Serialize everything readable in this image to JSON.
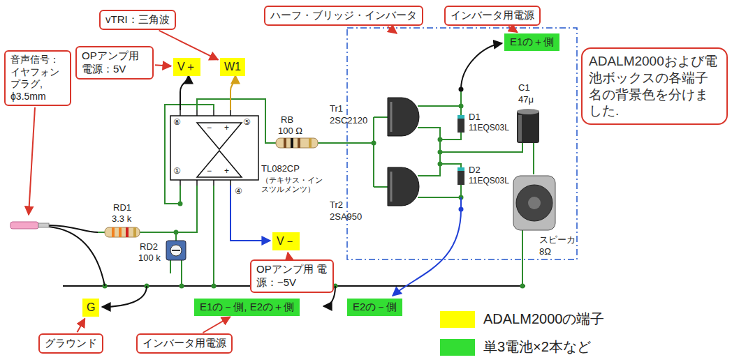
{
  "diagram": {
    "nodes": [
      {
        "text": [
          "インバータ用電源"
        ]
      },
      {
        "text": [
          "E1の＋側"
        ]
      },
      {
        "text": [
          "vTRI：三角波"
        ]
      },
      {
        "text": [
          "ハーフ・ブリッジ・インバータ"
        ]
      },
      {
        "text": [
          "OPアンプ用 電源：5V"
        ]
      },
      {
        "text": [
          "V＋"
        ]
      },
      {
        "text": [
          "W1"
        ]
      },
      {
        "text": [
          "ADALM2000および電池ボックスの各端子名の背景色を分けました."
        ]
      },
      {
        "text": [
          "音声信号： イヤフォン プラグ, ϕ3.5mm"
        ]
      },
      {
        "text": [
          "V－"
        ]
      },
      {
        "text": [
          "OPアンプ用 電源：−5V"
        ]
      },
      {
        "text": [
          "G"
        ]
      },
      {
        "text": [
          "E1の－側, E2の＋側"
        ]
      },
      {
        "text": [
          "E2の－側"
        ]
      },
      {
        "text": [
          "グラウンド"
        ]
      },
      {
        "text": [
          "インバータ用電源"
        ]
      }
    ],
    "edges": [
      {
        "from": 0,
        "to": 1,
        "arrow": "to"
      },
      {
        "from": 2,
        "to": 6,
        "arrow": "to"
      },
      {
        "from": 4,
        "to": 5,
        "arrow": "to"
      },
      {
        "from": 10,
        "to": 9,
        "arrow": "to"
      },
      {
        "from": 14,
        "to": 11,
        "arrow": "to"
      },
      {
        "from": 15,
        "to": 12,
        "arrow": "to"
      }
    ],
    "labels": [
      "RD1",
      "3.3 k",
      "RD2",
      "100 k",
      "RB",
      "100 Ω",
      "TL082CP",
      "（テキサス・インスツルメンツ）",
      "⑧",
      "⑤",
      "①",
      "④",
      "−",
      "+",
      "−",
      "+",
      "D1",
      "11EQS03L",
      "Tr1",
      "2SC2120",
      "Tr2",
      "2SA950",
      "C1",
      "47μ",
      "D2",
      "11EQS03L",
      "スピーカ",
      "8Ω"
    ],
    "legend": [
      {
        "text": "ADALM2000の端子",
        "color": "#ffff00"
      },
      {
        "text": "単3電池×2本など",
        "color": "#33dd33"
      }
    ]
  }
}
